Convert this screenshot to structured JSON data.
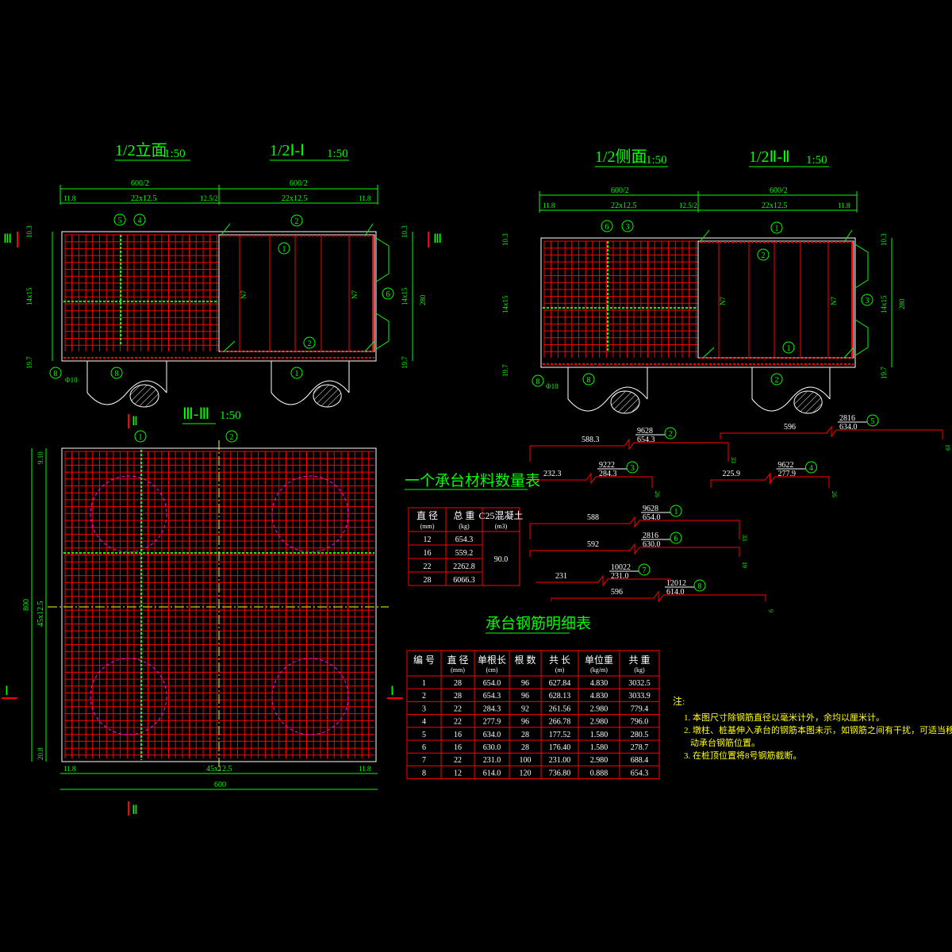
{
  "titles": {
    "front": "1/2立面",
    "sec1": "1/2Ⅰ-Ⅰ",
    "side": "1/2侧面",
    "sec2": "1/2Ⅱ-Ⅱ",
    "sec3": "Ⅲ-Ⅲ",
    "scale": "1:50",
    "materials": "一个承台材料数量表",
    "rebar": "承台钢筋明细表"
  },
  "dims": {
    "half600": "600/2",
    "d_11_8": "11.8",
    "d_22x12_5": "22x12.5",
    "d_12_5_2": "12.5/2",
    "d_10_3": "10.3",
    "d_10": "10",
    "d_14x15": "14x15",
    "d_280": "280",
    "d_19_7": "19.7",
    "d_5": "5",
    "d_800": "800",
    "d_45x12_5": "45x12.5",
    "d_600": "600",
    "d_9_10": "9.10",
    "d_20_8": "20.8",
    "d_phi10": "Φ10",
    "d_N7": "N7"
  },
  "section_marks": {
    "I": "Ⅰ",
    "II": "Ⅱ",
    "III": "Ⅲ"
  },
  "rebar_shapes": [
    {
      "id": "2",
      "top": "9628",
      "len": "654.3",
      "side": "588.3",
      "end": "33"
    },
    {
      "id": "5",
      "top": "2816",
      "len": "634.0",
      "side": "596",
      "end": "19"
    },
    {
      "id": "3",
      "top": "9222",
      "len": "284.3",
      "side": "232.3",
      "end": "26"
    },
    {
      "id": "4",
      "top": "9622",
      "len": "277.9",
      "side": "225.9",
      "end": "26"
    },
    {
      "id": "1",
      "top": "9628",
      "len": "654.0",
      "side": "588",
      "end": "33"
    },
    {
      "id": "6",
      "top": "2816",
      "len": "630.0",
      "side": "592",
      "end": "19"
    },
    {
      "id": "7",
      "top": "10022",
      "len": "231.0",
      "side": "231",
      "end": ""
    },
    {
      "id": "8",
      "top": "12012",
      "len": "614.0",
      "side": "596",
      "end": "9"
    }
  ],
  "materials": {
    "headers": [
      "直 径",
      "总 重",
      "C25混凝土"
    ],
    "units": [
      "(mm)",
      "(kg)",
      "(m3)"
    ],
    "rows": [
      [
        "12",
        "654.3"
      ],
      [
        "16",
        "559.2"
      ],
      [
        "22",
        "2262.8"
      ],
      [
        "28",
        "6066.3"
      ]
    ],
    "concrete": "90.0"
  },
  "rebar_table": {
    "headers": [
      "编 号",
      "直 径",
      "单根长",
      "根 数",
      "共 长",
      "单位重",
      "共 重"
    ],
    "units": [
      "",
      "(mm)",
      "(cm)",
      "",
      "(m)",
      "(kg/m)",
      "(kg)"
    ],
    "rows": [
      [
        "1",
        "28",
        "654.0",
        "96",
        "627.84",
        "4.830",
        "3032.5"
      ],
      [
        "2",
        "28",
        "654.3",
        "96",
        "628.13",
        "4.830",
        "3033.9"
      ],
      [
        "3",
        "22",
        "284.3",
        "92",
        "261.56",
        "2.980",
        "779.4"
      ],
      [
        "4",
        "22",
        "277.9",
        "96",
        "266.78",
        "2.980",
        "796.0"
      ],
      [
        "5",
        "16",
        "634.0",
        "28",
        "177.52",
        "1.580",
        "280.5"
      ],
      [
        "6",
        "16",
        "630.0",
        "28",
        "176.40",
        "1.580",
        "278.7"
      ],
      [
        "7",
        "22",
        "231.0",
        "100",
        "231.00",
        "2.980",
        "688.4"
      ],
      [
        "8",
        "12",
        "614.0",
        "120",
        "736.80",
        "0.888",
        "654.3"
      ]
    ]
  },
  "notes": {
    "head": "注:",
    "lines": [
      "1. 本图尺寸除钢筋直径以毫米计外，余均以厘米计。",
      "2. 墩柱、桩基伸入承台的钢筋本图未示，如钢筋之间有干扰，可适当移",
      "动承台钢筋位置。",
      "3. 在桩顶位置将8号钢筋截断。"
    ]
  }
}
